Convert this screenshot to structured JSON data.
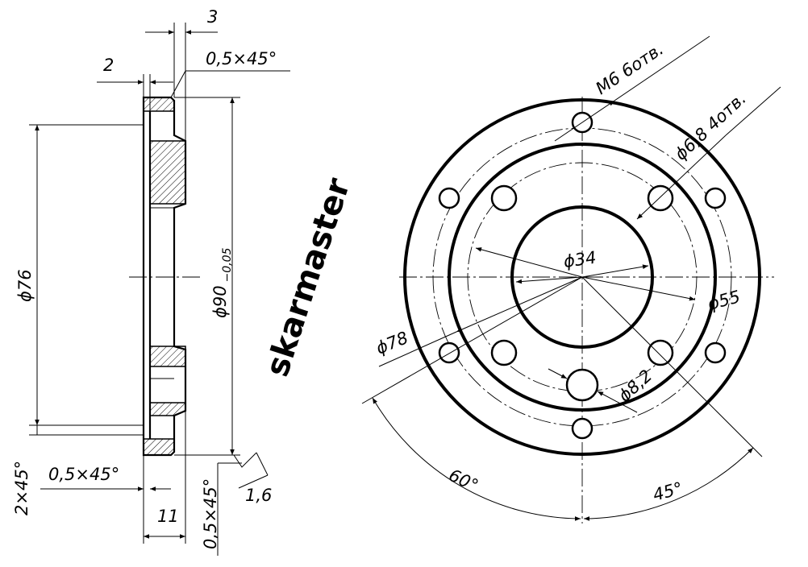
{
  "watermark": "skarmaster",
  "side_view": {
    "dims": {
      "t3": "3",
      "chamfer_top": "0,5×45°",
      "t2": "2",
      "d76": "ϕ76",
      "d90_main": "ϕ90",
      "d90_tol": "−0,05",
      "chamfer_2x45": "2×45°",
      "chamfer_bottom_left": "0,5×45°",
      "t11": "11",
      "chamfer_bottom_right": "0,5×45°",
      "roughness": "1,6"
    }
  },
  "front_view": {
    "dims": {
      "m6": "M6  6отв.",
      "d68": "ϕ6,8  4отв.",
      "d34": "ϕ34",
      "d55": "ϕ55",
      "d78": "ϕ78",
      "d82": "ϕ8,2",
      "a60": "60°",
      "a45": "45°"
    }
  }
}
